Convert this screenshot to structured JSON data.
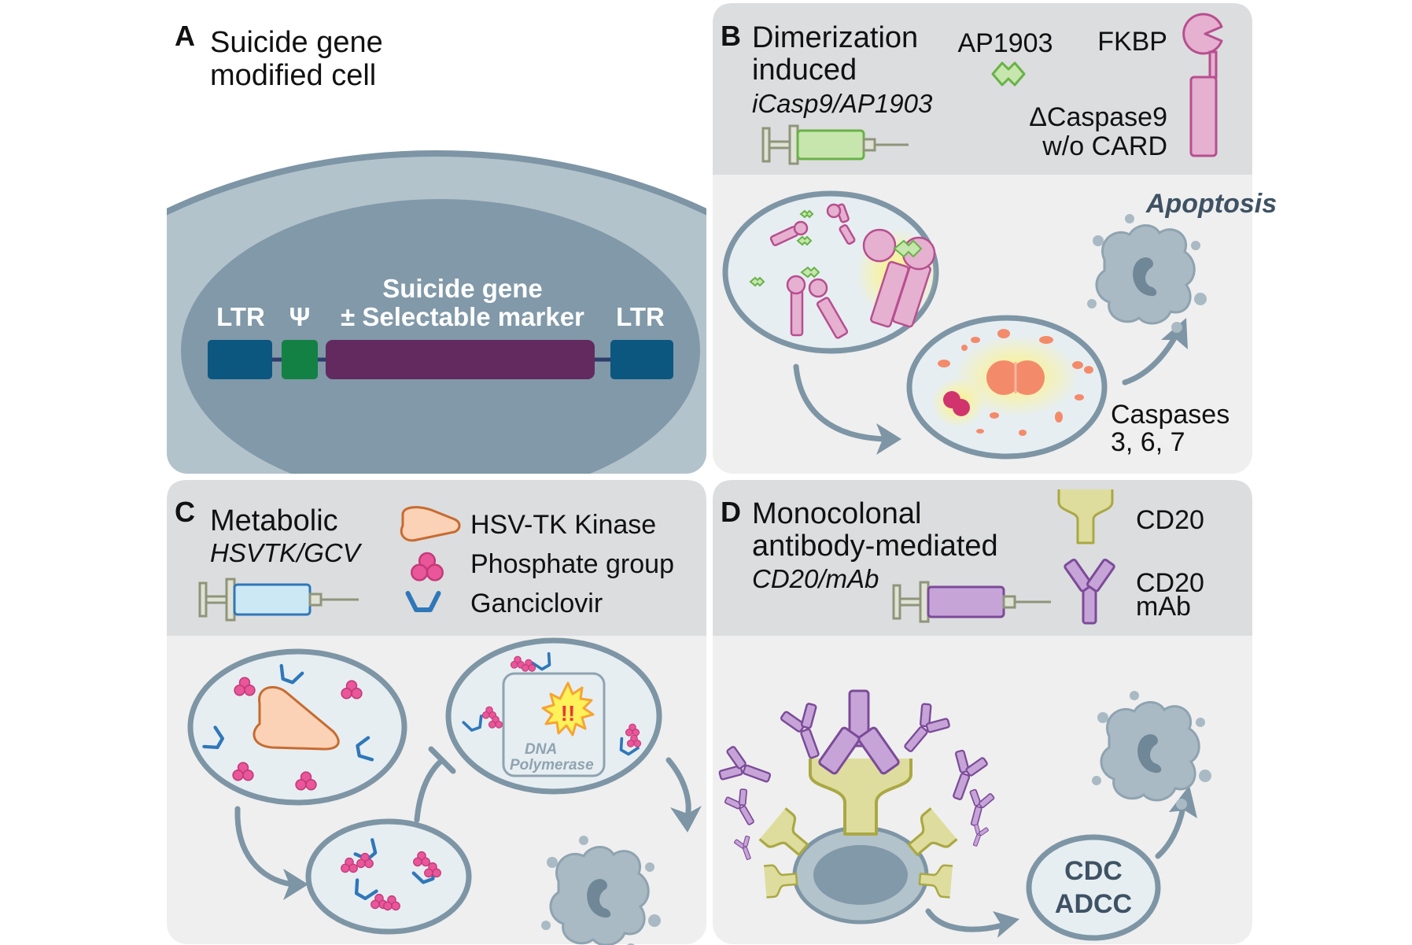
{
  "colors": {
    "panel_bg": "#efefef",
    "panel_header": "#dcdddf",
    "cell": "#b3c3cb",
    "nucleus": "#8199a9",
    "ltr": "#0b5780",
    "psi": "#138144",
    "suicide_gene": "#622a5f",
    "kinase": "#fcd2b7",
    "phosphate": "#e9569a",
    "ganciclovir": "#2f77b9",
    "ap1903": "#9bd37b",
    "caspase9": "#e6b0d0",
    "cd20": "#dedd9d",
    "mab": "#c7a4d8",
    "arrow": "#7d95a5"
  },
  "panel_a": {
    "letter": "A",
    "title_line1": "Suicide gene",
    "title_line2": "modified cell",
    "ltr_left": "LTR",
    "psi": "Ψ",
    "gene_line1": "Suicide gene",
    "gene_line2": "± Selectable marker",
    "ltr_right": "LTR"
  },
  "panel_b": {
    "letter": "B",
    "title_line1": "Dimerization",
    "title_line2": "induced",
    "subtitle": "iCasp9/AP1903",
    "ap1903": "AP1903",
    "fkbp": "FKBP",
    "casp_line1": "ΔCaspase9",
    "casp_line2": "w/o CARD",
    "apoptosis": "Apoptosis",
    "caspases_line1": "Caspases",
    "caspases_line2": "3, 6, 7"
  },
  "panel_c": {
    "letter": "C",
    "title": "Metabolic",
    "subtitle": "HSVTK/GCV",
    "legend": [
      "HSV-TK Kinase",
      "Phosphate group",
      "Ganciclovir"
    ],
    "dna_line1": "DNA",
    "dna_line2": "Polymerase",
    "alert": "!!"
  },
  "panel_d": {
    "letter": "D",
    "title_line1": "Monocolonal",
    "title_line2": "antibody-mediated",
    "subtitle": "CD20/mAb",
    "cd20": "CD20",
    "mab_line1": "CD20",
    "mab_line2": "mAb",
    "cdc": "CDC",
    "adcc": "ADCC"
  }
}
